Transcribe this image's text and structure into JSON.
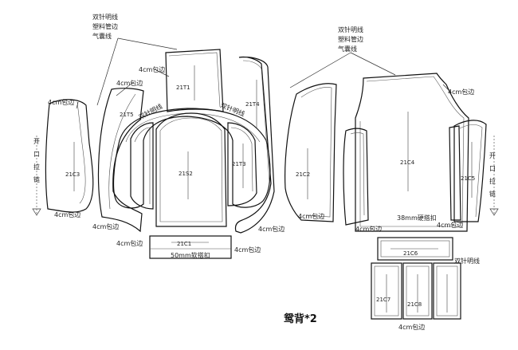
{
  "title": "鸳背*2",
  "stitch_note_left": [
    "双针明线",
    "塑料管边",
    "气囊线"
  ],
  "stitch_note_right": [
    "双针明线",
    "塑料管边",
    "气囊线"
  ],
  "binding_4cm": "4cm包边",
  "double_needle": "双针明线",
  "hook_50mm": "50mm软搭扣",
  "hook_38mm": "38mm硬搭扣",
  "open_zip_chars": [
    "开",
    "口",
    "拉",
    "链"
  ],
  "pieces": {
    "c1": "21C1",
    "c2": "21C2",
    "c3": "21C3",
    "c4": "21C4",
    "c5": "21C5",
    "c6": "21C6",
    "c7": "21C7",
    "c8": "21C8",
    "s2": "21S2",
    "t1": "21T1",
    "t3": "21T3",
    "t4": "21T4",
    "t5": "21T5"
  }
}
